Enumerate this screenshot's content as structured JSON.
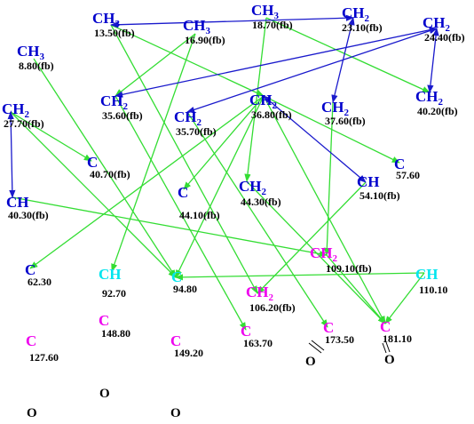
{
  "colors": {
    "blue": "#0000cc",
    "cyan": "#00e5ee",
    "magenta": "#ee00ee",
    "green_arrow": "#33dd33",
    "blue_arrow": "#1a1acc",
    "text": "#000000"
  },
  "nodes": [
    {
      "id": "n1",
      "base": "CH",
      "sub": "3",
      "value": "13.50(fb)",
      "color": "blue"
    },
    {
      "id": "n2",
      "base": "CH",
      "sub": "3",
      "value": "16.90(fb)",
      "color": "blue"
    },
    {
      "id": "n3",
      "base": "CH",
      "sub": "3",
      "value": "18.70(fb)",
      "color": "blue"
    },
    {
      "id": "n4",
      "base": "CH",
      "sub": "2",
      "value": "23.10(fb)",
      "color": "blue"
    },
    {
      "id": "n5",
      "base": "CH",
      "sub": "2",
      "value": "24.40(fb)",
      "color": "blue"
    },
    {
      "id": "n6",
      "base": "CH",
      "sub": "3",
      "value": "8.80(fb)",
      "color": "blue"
    },
    {
      "id": "n7",
      "base": "CH",
      "sub": "2",
      "value": "35.60(fb)",
      "color": "blue"
    },
    {
      "id": "n8",
      "base": "CH",
      "sub": "2",
      "value": "36.80(fb)",
      "color": "blue"
    },
    {
      "id": "n9",
      "base": "CH",
      "sub": "2",
      "value": "37.60(fb)",
      "color": "blue"
    },
    {
      "id": "n10",
      "base": "CH",
      "sub": "2",
      "value": "40.20(fb)",
      "color": "blue"
    },
    {
      "id": "n11",
      "base": "CH",
      "sub": "2",
      "value": "27.70(fb)",
      "color": "blue"
    },
    {
      "id": "n12",
      "base": "CH",
      "sub": "2",
      "value": "35.70(fb)",
      "color": "blue"
    },
    {
      "id": "n13",
      "base": "C",
      "sub": "",
      "value": "40.70(fb)",
      "color": "blue"
    },
    {
      "id": "n14",
      "base": "C",
      "sub": "",
      "value": "57.60",
      "color": "blue"
    },
    {
      "id": "n15",
      "base": "CH",
      "sub": "",
      "value": "54.10(fb)",
      "color": "blue"
    },
    {
      "id": "n16",
      "base": "CH",
      "sub": "2",
      "value": "44.30(fb)",
      "color": "blue"
    },
    {
      "id": "n17",
      "base": "C",
      "sub": "",
      "value": "44.10(fb)",
      "color": "blue"
    },
    {
      "id": "n18",
      "base": "CH",
      "sub": "",
      "value": "40.30(fb)",
      "color": "blue"
    },
    {
      "id": "n19",
      "base": "CH",
      "sub": "2",
      "value": "109.10(fb)",
      "color": "magenta"
    },
    {
      "id": "n20",
      "base": "C",
      "sub": "",
      "value": "62.30",
      "color": "blue"
    },
    {
      "id": "n21",
      "base": "CH",
      "sub": "",
      "value": "92.70",
      "color": "cyan"
    },
    {
      "id": "n22",
      "base": "C",
      "sub": "",
      "value": "94.80",
      "color": "cyan"
    },
    {
      "id": "n23",
      "base": "CH",
      "sub": "2",
      "value": "106.20(fb)",
      "color": "magenta"
    },
    {
      "id": "n24",
      "base": "CH",
      "sub": "",
      "value": "110.10",
      "color": "cyan"
    },
    {
      "id": "n25",
      "base": "C",
      "sub": "",
      "value": "148.80",
      "color": "magenta"
    },
    {
      "id": "n26",
      "base": "C",
      "sub": "",
      "value": "163.70",
      "color": "magenta"
    },
    {
      "id": "n27",
      "base": "C",
      "sub": "",
      "value": "173.50",
      "color": "magenta"
    },
    {
      "id": "n28",
      "base": "C",
      "sub": "",
      "value": "181.10",
      "color": "magenta"
    },
    {
      "id": "n29",
      "base": "C",
      "sub": "",
      "value": "127.60",
      "color": "magenta"
    },
    {
      "id": "n30",
      "base": "C",
      "sub": "",
      "value": "149.20",
      "color": "magenta"
    }
  ],
  "oxygens": [
    "O",
    "O",
    "O",
    "O",
    "O"
  ],
  "green_arrows": [
    [
      "n1",
      "n8"
    ],
    [
      "n2",
      "n7"
    ],
    [
      "n6",
      "n22"
    ],
    [
      "n7",
      "n26"
    ],
    [
      "n3",
      "n16"
    ],
    [
      "n3",
      "n10"
    ],
    [
      "n11",
      "n13"
    ],
    [
      "n11",
      "n22"
    ],
    [
      "n2",
      "n21"
    ],
    [
      "n1",
      "n23"
    ],
    [
      "n8",
      "n14"
    ],
    [
      "n8",
      "n20"
    ],
    [
      "n8",
      "n17"
    ],
    [
      "n8",
      "n22"
    ],
    [
      "n8",
      "n28"
    ],
    [
      "n9",
      "n19"
    ],
    [
      "n12",
      "n27"
    ],
    [
      "n15",
      "n23"
    ],
    [
      "n18",
      "n19"
    ],
    [
      "n24",
      "n22"
    ],
    [
      "n24",
      "n28"
    ],
    [
      "n19",
      "n28"
    ],
    [
      "n16",
      "n28"
    ]
  ],
  "blue_arrows": [
    [
      "n7",
      "n5"
    ],
    [
      "n12",
      "n5"
    ],
    [
      "n4",
      "n9"
    ],
    [
      "n5",
      "n10"
    ],
    [
      "n11",
      "n18"
    ],
    [
      "n8",
      "n15"
    ],
    [
      "n1",
      "n4"
    ]
  ]
}
